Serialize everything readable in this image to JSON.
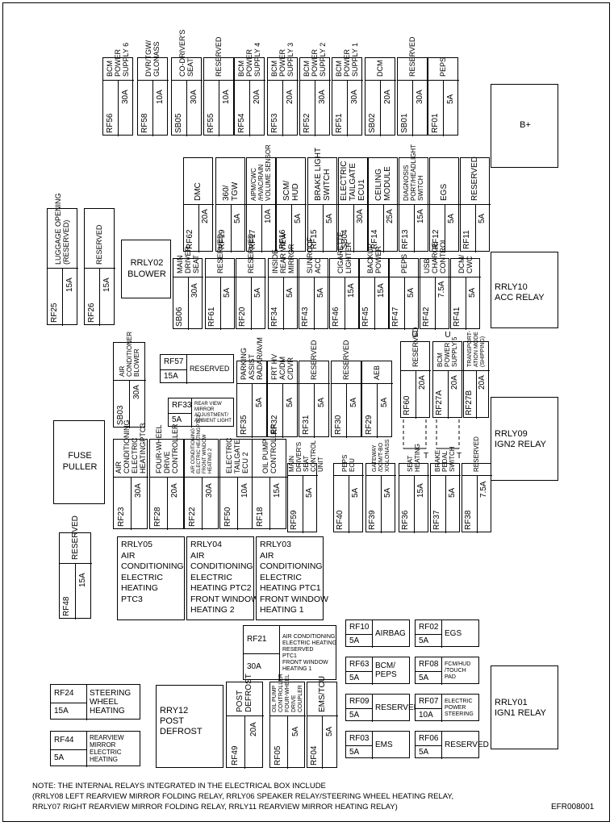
{
  "note": [
    "NOTE: THE INTERNAL RELAYS INTEGRATED IN THE ELECTRICAL BOX INCLUDE",
    "(RRLY08 LEFT REARVIEW MIRROR FOLDING RELAY, RRLY06 SPEAKER RELAY/STEERING WHEEL HEATING RELAY,",
    "RRLY07 RIGHT REARVIEW MIRROR FOLDING RELAY, RRLY11 REARVIEW MIRROR HEATING RELAY)"
  ],
  "diagram_id": "EFR008001",
  "relays": {
    "b_plus": "B+",
    "rrly10": [
      "RRLY10",
      "ACC RELAY"
    ],
    "rrly09": [
      "RRLY09",
      "IGN2 RELAY"
    ],
    "rrly01": [
      "RRLY01",
      "IGN1 RELAY"
    ],
    "rrly02": [
      "RRLY02",
      "BLOWER"
    ],
    "fuse_puller": [
      "FUSE",
      "PULLER"
    ],
    "rrly05": [
      "RRLY05",
      "AIR",
      "CONDITIONING",
      "ELECTRIC",
      "HEATING",
      "PTC3"
    ],
    "rrly04": [
      "RRLY04",
      "AIR",
      "CONDITIONING",
      "ELECTRIC",
      "HEATING PTC2",
      "FRONT WINDOW",
      "HEATING 2"
    ],
    "rrly03": [
      "RRLY03",
      "AIR",
      "CONDITIONING",
      "ELECTRIC",
      "HEATING PTC1",
      "FRONT WINDOW",
      "HEATING 1"
    ],
    "rry12": [
      "RRY12",
      "POST",
      "DEFROST"
    ]
  },
  "fuses": {
    "row1": [
      {
        "id": "RF56",
        "amp": "30A",
        "name": "BCM\nPOWER\nSUPPLY 6"
      },
      {
        "id": "RF58",
        "amp": "10A",
        "name": "DVR/TGW/\nGLONASS"
      },
      {
        "id": "SB05",
        "amp": "30A",
        "name": "CO-DRIVER'S\nSEAT"
      },
      {
        "id": "RF55",
        "amp": "10A",
        "name": "RESERVED"
      },
      {
        "id": "RF54",
        "amp": "20A",
        "name": "BCM\nPOWER\nSUPPLY 4"
      },
      {
        "id": "RF53",
        "amp": "20A",
        "name": "BCM\nPOWER\nSUPPLY 3"
      },
      {
        "id": "RF52",
        "amp": "30A",
        "name": "BCM\nPOWER\nSUPPLY 2"
      },
      {
        "id": "RF51",
        "amp": "30A",
        "name": "BCM\nPOWER\nSUPPLY 1"
      },
      {
        "id": "SB02",
        "amp": "20A",
        "name": "DCM"
      },
      {
        "id": "SB01",
        "amp": "30A",
        "name": "RESERVED"
      },
      {
        "id": "RF01",
        "amp": "5A",
        "name": "PEPS"
      }
    ],
    "row2": [
      {
        "id": "RF62",
        "amp": "20A",
        "name": "DMC"
      },
      {
        "id": "RF19",
        "amp": "5A",
        "name": "360/\nTGW"
      },
      {
        "id": "RF17",
        "amp": "10A",
        "name": "AIPM/CWC\n/HVAC/RAIN\nVOLUME SENSOR"
      },
      {
        "id": "RF16",
        "amp": "5A",
        "name": "SCM/\nHUD"
      },
      {
        "id": "RF15",
        "amp": "5A",
        "name": "BRAKE LIGHT\nSWITCH"
      },
      {
        "id": "SB04",
        "amp": "30A",
        "name": "ELECTRIC\nTAILGATE\nECU1"
      },
      {
        "id": "RF14",
        "amp": "25A",
        "name": "CEILING\nMODULE"
      },
      {
        "id": "RF13",
        "amp": "15A",
        "name": "DIAGNOSIS\nPORT/HEADLIGHT\nSWITCH"
      },
      {
        "id": "RF12",
        "amp": "5A",
        "name": "EGS"
      },
      {
        "id": "RF11",
        "amp": "5A",
        "name": "RESERVED"
      }
    ],
    "side": [
      {
        "id": "RF25",
        "amp": "15A",
        "name": "LUGGAGE OPENING\n(RESERVED)"
      },
      {
        "id": "RF26",
        "amp": "15A",
        "name": "RESERVED"
      }
    ],
    "row3": [
      {
        "id": "SB06",
        "amp": "30A",
        "name": "MAIN\nDRIVER\nSEAT"
      },
      {
        "id": "RF61",
        "amp": "5A",
        "name": "RESERVED"
      },
      {
        "id": "RF20",
        "amp": "5A",
        "name": "RESERVED"
      },
      {
        "id": "RF34",
        "amp": "5A",
        "name": "INSIDE\nREAR VIEW\nMIRROR"
      },
      {
        "id": "RF43",
        "amp": "5A",
        "name": "SUNROOF\nACC"
      },
      {
        "id": "RF46",
        "amp": "15A",
        "name": "CIGARETTE\nLIGHTER"
      },
      {
        "id": "RF45",
        "amp": "15A",
        "name": "BACKUP\nPOWER"
      },
      {
        "id": "RF47",
        "amp": "5A",
        "name": "PEPS"
      },
      {
        "id": "RF42",
        "amp": "7.5A",
        "name": "USB\nCHARGE\nCONTROL"
      },
      {
        "id": "RF41",
        "amp": "5A",
        "name": "DCM/\nCWC"
      }
    ],
    "sb03": {
      "id": "SB03",
      "amp": "30A",
      "name": "AIR\nCONDITIONER\nBLOWER"
    },
    "rf57": {
      "id": "RF57",
      "amp": "15A",
      "name": "RESERVED"
    },
    "rf33": {
      "id": "RF33",
      "amp": "5A",
      "name": "REAR VIEW\nMIRROR\nADJUSTMENT/\nAMBIENT LIGHT"
    },
    "row4": [
      {
        "id": "RF35",
        "amp": "5A",
        "name": "PARKING\nASSIST\nRADAR/AVM"
      },
      {
        "id": "RF32",
        "amp": "5A",
        "name": "FRT HV\nAC/DM\nC/DVR"
      },
      {
        "id": "RF31",
        "amp": "5A",
        "name": "RESERVED"
      },
      {
        "id": "RF30",
        "amp": "5A",
        "name": "RESERVED"
      },
      {
        "id": "RF29",
        "amp": "5A",
        "name": "AEB"
      }
    ],
    "rf60": {
      "id": "RF60",
      "amp": "20A",
      "name": "RESERVED"
    },
    "rf27a": {
      "id": "RF27A",
      "amp": "20A",
      "name": "BCM\nPOWER\nSUPPLY 5"
    },
    "rf27b": {
      "id": "RF27B",
      "amp": "20A",
      "name": "TRANSPORT-\nATION MODE\n(SHIPPING)"
    },
    "row5": [
      {
        "id": "RF23",
        "amp": "30A",
        "name": "AIR\nCONDITIONING\nELECTRIC\nHEATINGPTC3"
      },
      {
        "id": "RF28",
        "amp": "20A",
        "name": "FOUR-WHEEL\nDRIVE\nCONTROLLER"
      },
      {
        "id": "RF22",
        "amp": "30A",
        "name": "AIR CONDITIONING\nELECTRIC HEATINGPTC2\nFRONT WINDOW\nHEATING 2"
      },
      {
        "id": "RF50",
        "amp": "10A",
        "name": "ELECTRIC\nTAILGATE\nECU 2"
      },
      {
        "id": "RF18",
        "amp": "15A",
        "name": "OIL PUMP\nCONTROLLER"
      }
    ],
    "row6": [
      {
        "id": "RF59",
        "amp": "5A",
        "name": "MAIN\nDRIVER'S\nSEAT\nCONTROL\nUNIT"
      },
      {
        "id": "RF40",
        "amp": "5A",
        "name": "PEPS\nECU"
      },
      {
        "id": "RF39",
        "amp": "5A",
        "name": "GATEWAY\n/DCM/T-BO\nX/GLONASS"
      },
      {
        "id": "RF36",
        "amp": "15A",
        "name": "SEAT\nHEATING"
      },
      {
        "id": "RF37",
        "amp": "5A",
        "name": "BRAKE\nPEDAL\nSWITCH"
      },
      {
        "id": "RF38",
        "amp": "7.5A",
        "name": "RESERVED"
      }
    ],
    "rf48": {
      "id": "RF48",
      "amp": "15A",
      "name": "RESERVED"
    },
    "rf21": {
      "id": "RF21",
      "amp": "30A",
      "name": "AIR CONDITIONING\nELECTRIC HEATING\nRESERVED\nPTC1\nFRONT WINDOW\nHEATING 1"
    },
    "bottom_left": [
      {
        "id": "RF24",
        "amp": "15A",
        "name": "STEERING\nWHEEL\nHEATING"
      },
      {
        "id": "RF44",
        "amp": "5A",
        "name": "REARVIEW\nMIRROR\nELECTRIC\nHEATING"
      }
    ],
    "bottom_mid": [
      {
        "id": "RF49",
        "amp": "20A",
        "name": "POST\nDEFROST"
      },
      {
        "id": "RF05",
        "amp": "5A",
        "name": "OIL PUMP\nCONTROLLER\nFOUR-WHEEL\nDRIVE\nCOUPLER"
      },
      {
        "id": "RF04",
        "amp": "5A",
        "name": "EMS/TCU"
      }
    ],
    "bottom_right": [
      {
        "id": "RF10",
        "amp": "5A",
        "name": "AIRBAG"
      },
      {
        "id": "RF02",
        "amp": "5A",
        "name": "EGS"
      },
      {
        "id": "RF63",
        "amp": "5A",
        "name": "BCM/\nPEPS"
      },
      {
        "id": "RF08",
        "amp": "5A",
        "name": "FCM/HUD\n/TOUCH\nPAD"
      },
      {
        "id": "RF09",
        "amp": "5A",
        "name": "RESERVED"
      },
      {
        "id": "RF07",
        "amp": "10A",
        "name": "ELECTRIC\nPOWER\nSTEERING"
      },
      {
        "id": "RF03",
        "amp": "5A",
        "name": "EMS"
      },
      {
        "id": "RF06",
        "amp": "5A",
        "name": "RESERVED"
      }
    ]
  },
  "connectors": {
    "u": "U",
    "t": "T"
  }
}
